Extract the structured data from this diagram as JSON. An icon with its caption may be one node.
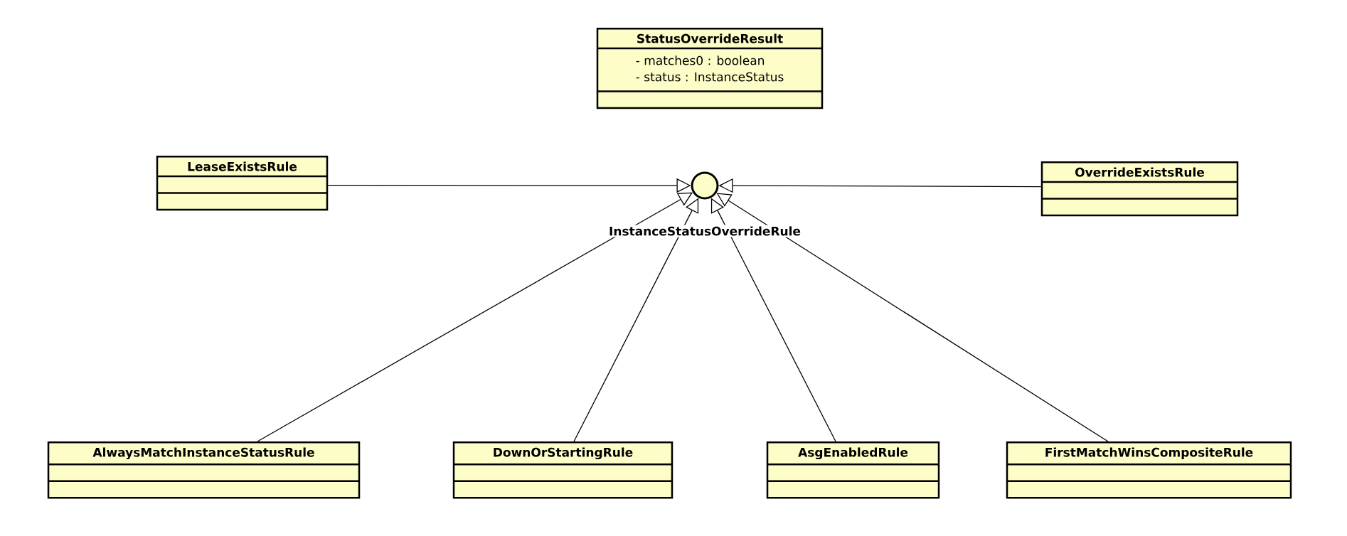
{
  "diagram": {
    "nodes": [
      {
        "text": [
          "StatusOverrideResult",
          "- matches0 : boolean",
          "- status : InstanceStatus"
        ]
      },
      {
        "text": [
          "LeaseExistsRule"
        ]
      },
      {
        "text": [
          "InstanceStatusOverrideRule"
        ]
      },
      {
        "text": [
          "OverrideExistsRule"
        ]
      },
      {
        "text": [
          "AlwaysMatchInstanceStatusRule"
        ]
      },
      {
        "text": [
          "DownOrStartingRule"
        ]
      },
      {
        "text": [
          "AsgEnabledRule"
        ]
      },
      {
        "text": [
          "FirstMatchWinsCompositeRule"
        ]
      }
    ],
    "edges": [
      {
        "from": 1,
        "to": 2,
        "arrow": "to"
      },
      {
        "from": 3,
        "to": 2,
        "arrow": "to"
      },
      {
        "from": 4,
        "to": 2,
        "arrow": "to"
      },
      {
        "from": 5,
        "to": 2,
        "arrow": "to"
      },
      {
        "from": 6,
        "to": 2,
        "arrow": "to"
      },
      {
        "from": 7,
        "to": 2,
        "arrow": "to"
      }
    ]
  }
}
